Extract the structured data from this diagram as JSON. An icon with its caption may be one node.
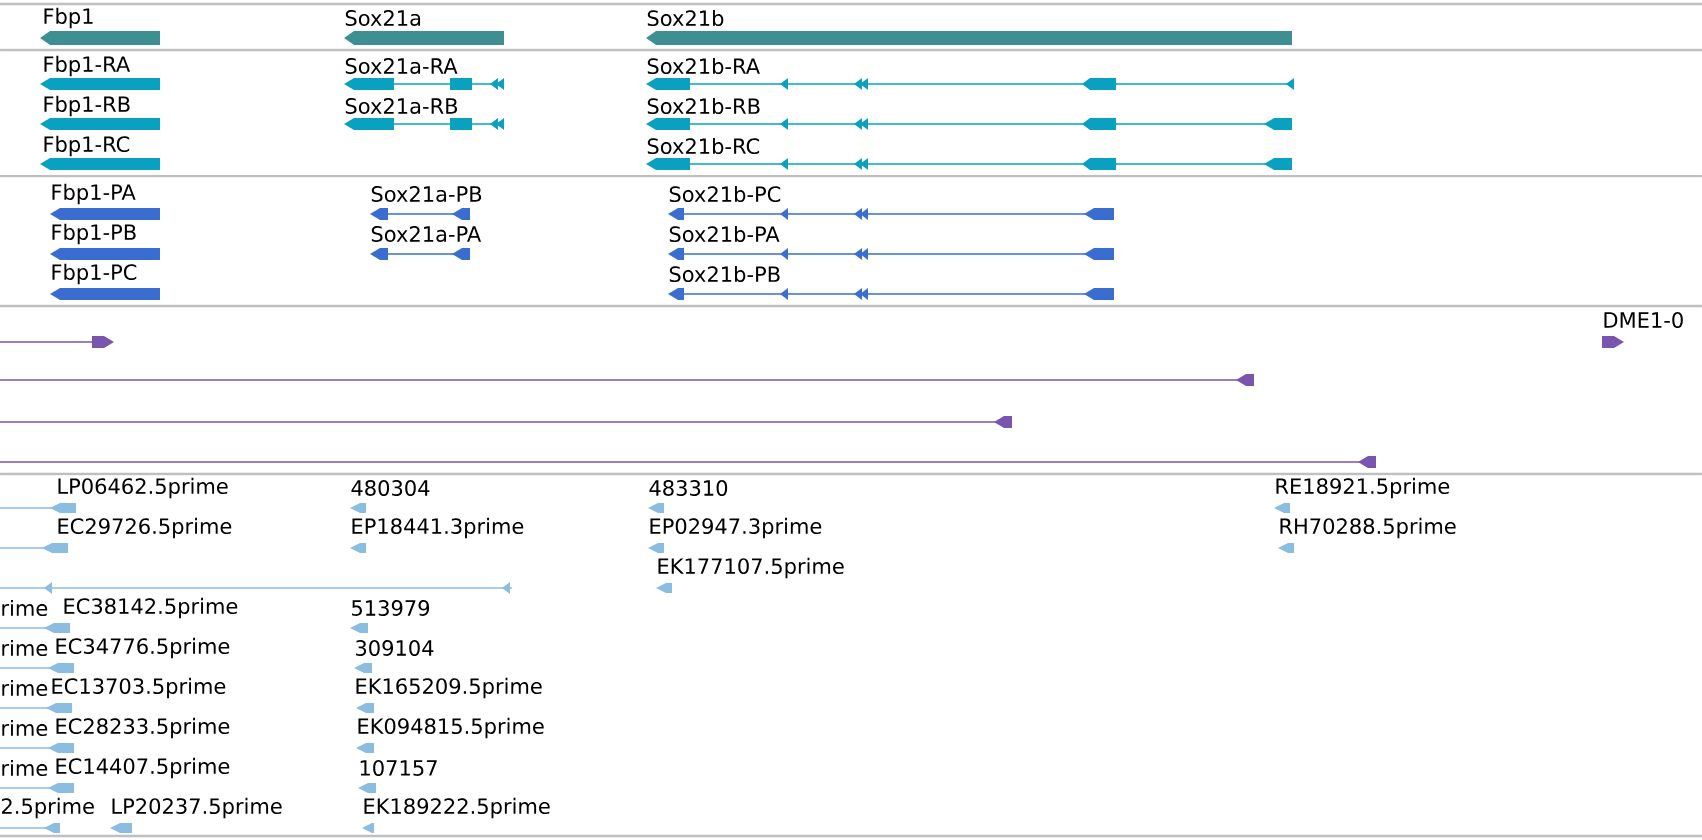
{
  "diagram": {
    "labels": [
      "Fbp1",
      "Sox21a",
      "Sox21b",
      "Fbp1-RA",
      "Sox21a-RA",
      "Sox21b-RA",
      "Fbp1-RB",
      "Sox21a-RB",
      "Sox21b-RB",
      "Fbp1-RC",
      "Sox21b-RC",
      "Fbp1-PA",
      "Sox21a-PB",
      "Sox21b-PC",
      "Fbp1-PB",
      "Sox21a-PA",
      "Sox21b-PA",
      "Fbp1-PC",
      "Sox21b-PB",
      "DME1-0",
      "LP06462.5prime",
      "480304",
      "483310",
      "RE18921.5prime",
      "EC29726.5prime",
      "EP18441.3prime",
      "EP02947.3prime",
      "RH70288.5prime",
      "EK177107.5prime",
      "rime",
      "EC38142.5prime",
      "513979",
      "rime",
      "EC34776.5prime",
      "309104",
      "rime",
      "EC13703.5prime",
      "EK165209.5prime",
      "rime",
      "EC28233.5prime",
      "EK094815.5prime",
      "rime",
      "EC14407.5prime",
      "107157",
      "2.5prime",
      "LP20237.5prime",
      "EK189222.5prime"
    ]
  }
}
